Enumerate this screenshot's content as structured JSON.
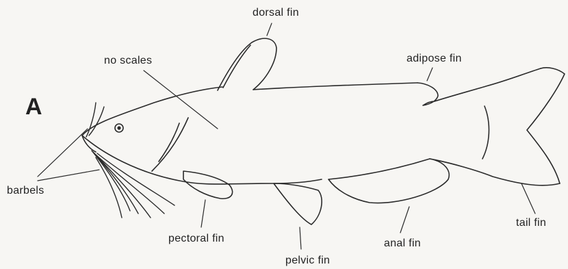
{
  "panel_label": "A",
  "labels": {
    "dorsal_fin": "dorsal fin",
    "no_scales": "no scales",
    "adipose_fin": "adipose fin",
    "barbels": "barbels",
    "pectoral_fin": "pectoral fin",
    "pelvic_fin": "pelvic fin",
    "anal_fin": "anal fin",
    "tail_fin": "tail fin"
  },
  "colors": {
    "background": "#f7f6f3",
    "ink": "#2a2a2a"
  }
}
